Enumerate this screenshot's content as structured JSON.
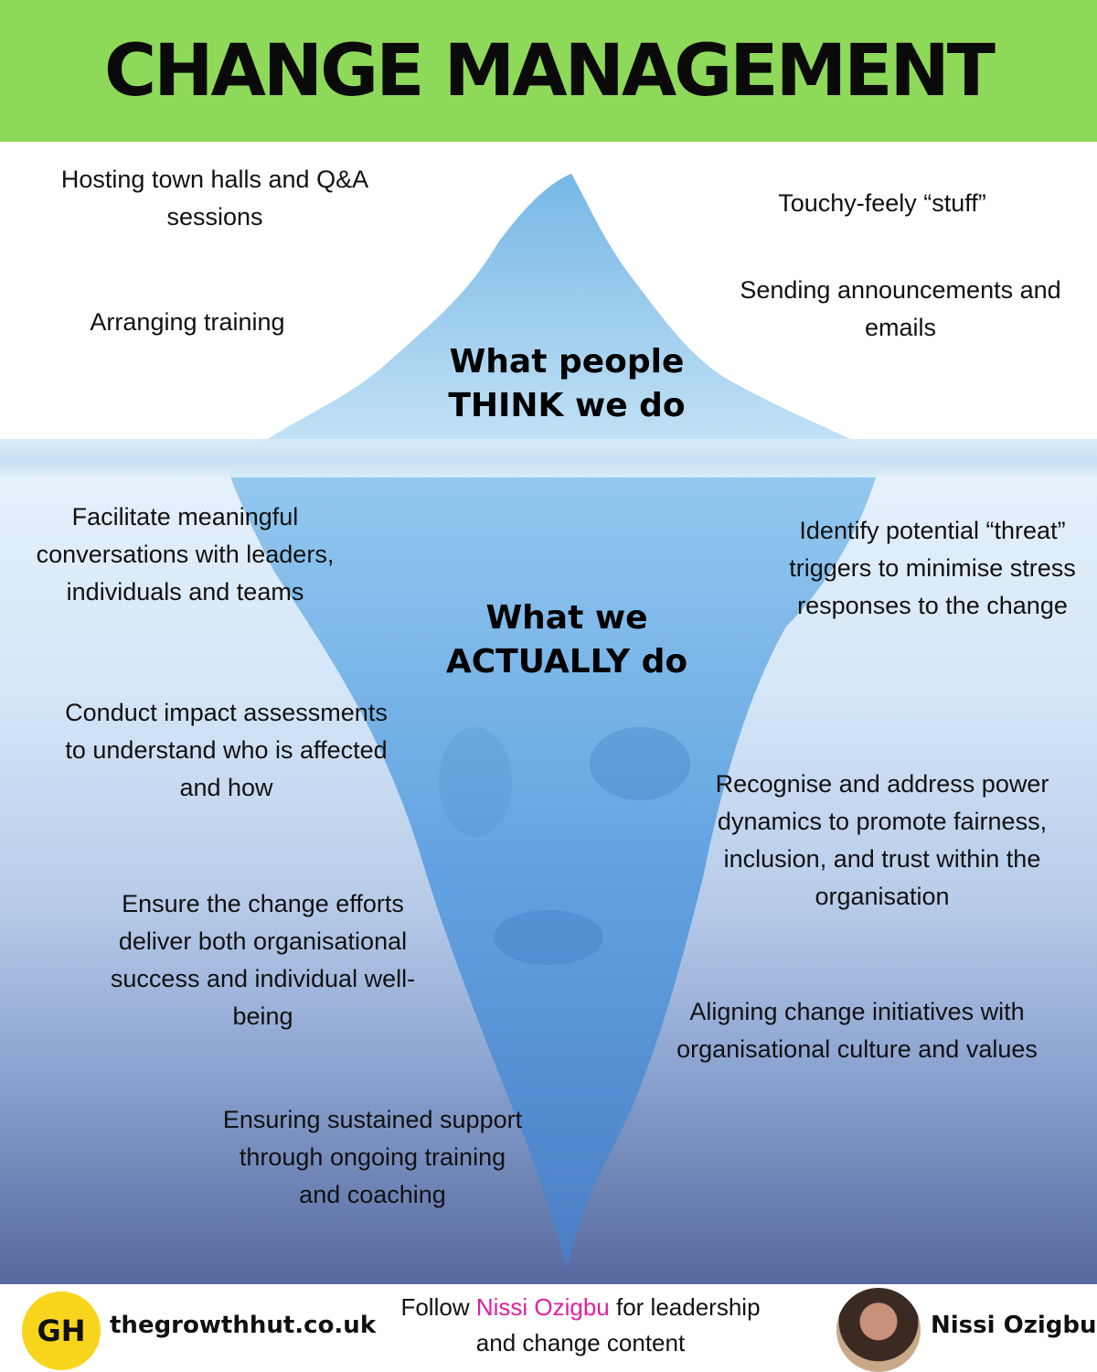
{
  "header": {
    "title": "CHANGE MANAGEMENT"
  },
  "above": {
    "label_line1": "What people",
    "label_line2": "THINK we do",
    "items": [
      "Hosting town halls and Q&A sessions",
      "Touchy-feely “stuff”",
      "Arranging training",
      "Sending announcements and emails"
    ]
  },
  "below": {
    "label_line1": "What we",
    "label_line2": "ACTUALLY do",
    "items": [
      "Facilitate meaningful conversations with leaders, individuals and teams",
      "Identify potential “threat” triggers to minimise stress responses to the change",
      "Conduct impact assessments to understand who is affected and how",
      "Recognise and address power dynamics to promote fairness, inclusion, and trust within the organisation",
      "Ensure the change efforts deliver both organisational success and individual well-being",
      "Aligning change initiatives with organisational culture and values",
      "Ensuring sustained support through ongoing training and coaching"
    ]
  },
  "footer": {
    "logo_text": "GH",
    "website": "thegrowthhut.co.uk",
    "follow_prefix": "Follow ",
    "follow_name": "Nissi Ozigbu",
    "follow_suffix": " for leadership and change content",
    "author_name": "Nissi Ozigbu"
  },
  "icons": [
    "growth-hut-logo",
    "author-avatar",
    "iceberg-illustration"
  ],
  "colors": {
    "header": "#8fd95a",
    "accent_pink": "#e01fa0",
    "logo": "#f7d51d"
  }
}
